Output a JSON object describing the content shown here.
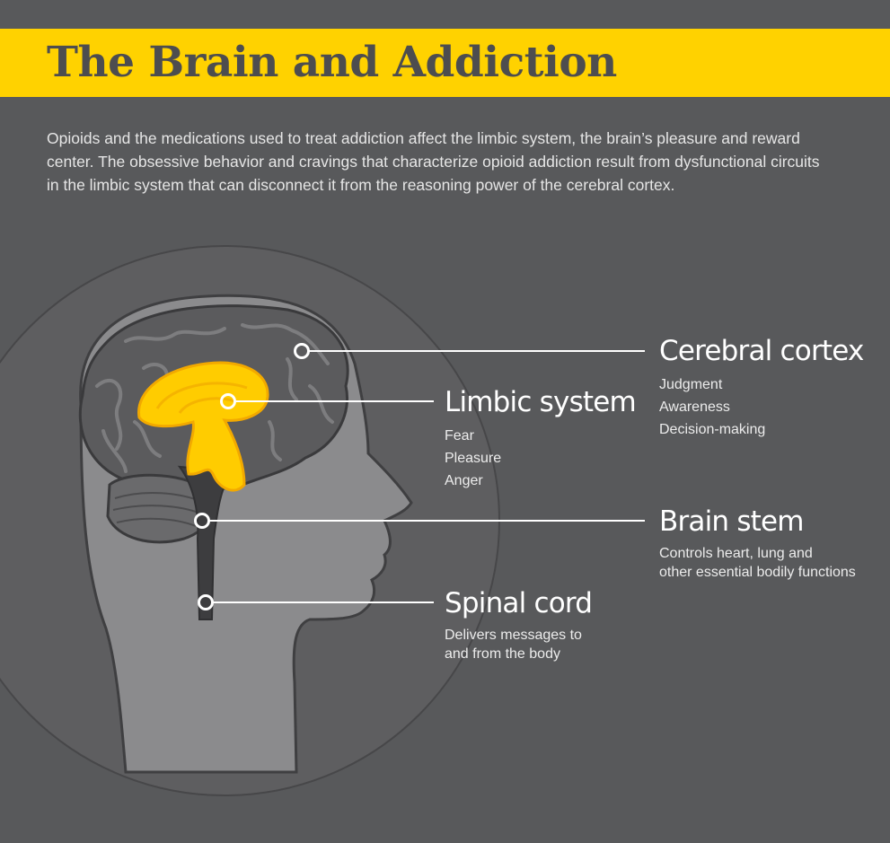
{
  "header": {
    "title": "The Brain and Addiction",
    "intro": "Opioids and the medications used to treat addiction affect the limbic system, the brain’s pleasure and reward center. The obsessive behavior and cravings that characterize opioid addiction result from dysfunctional circuits in the limbic system that can disconnect it from the reasoning power of the cerebral cortex."
  },
  "colors": {
    "background": "#58595b",
    "accent_yellow": "#ffd200",
    "head": "#8a8a8c",
    "brain": "#5a5a5c"
  },
  "labels": {
    "cerebral_cortex": {
      "title": "Cerebral cortex",
      "items": [
        "Judgment",
        "Awareness",
        "Decision-making"
      ]
    },
    "limbic_system": {
      "title": "Limbic system",
      "items": [
        "Fear",
        "Pleasure",
        "Anger"
      ]
    },
    "brain_stem": {
      "title": "Brain stem",
      "description": "Controls heart, lung and\nother essential bodily functions"
    },
    "spinal_cord": {
      "title": "Spinal cord",
      "description": "Delivers messages to\nand from the body"
    }
  }
}
